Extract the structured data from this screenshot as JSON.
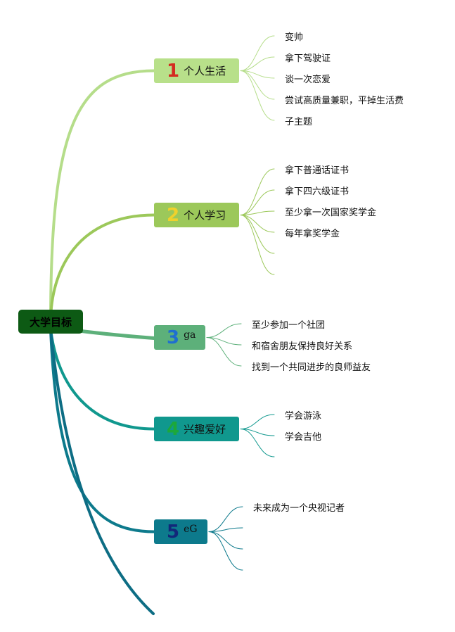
{
  "root": {
    "label": "大学目标"
  },
  "branches": [
    {
      "num": "1",
      "label": "个人生活",
      "fill": "#b8e08a",
      "stroke": "#b5dd8a",
      "num_color": "#d42c20",
      "leaves": [
        "变帅",
        "拿下驾驶证",
        "谈一次恋爱",
        "尝试高质量兼职，平掉生活费",
        "子主题"
      ]
    },
    {
      "num": "2",
      "label": "个人学习",
      "fill": "#9cc85a",
      "stroke": "#9cc85a",
      "num_color": "#f0d12c",
      "leaves": [
        "拿下普通话证书",
        "拿下四六级证书",
        "至少拿一次国家奖学金",
        "每年拿奖学金",
        "",
        ""
      ]
    },
    {
      "num": "3",
      "label": "ga",
      "fill": "#5db07a",
      "stroke": "#5db07a",
      "num_color": "#1f6fd0",
      "leaves": [
        "至少参加一个社团",
        "和宿舍朋友保持良好关系",
        "找到一个共同进步的良师益友"
      ]
    },
    {
      "num": "4",
      "label": "兴趣爱好",
      "fill": "#10988e",
      "stroke": "#10988e",
      "num_color": "#1ca83a",
      "leaves": [
        "学会游泳",
        "学会吉他",
        ""
      ]
    },
    {
      "num": "5",
      "label": "eG",
      "fill": "#0d7a8c",
      "stroke": "#0d7a8c",
      "num_color": "#12287a",
      "leaves": [
        "未来成为一个央视记者",
        "",
        "",
        ""
      ]
    }
  ]
}
